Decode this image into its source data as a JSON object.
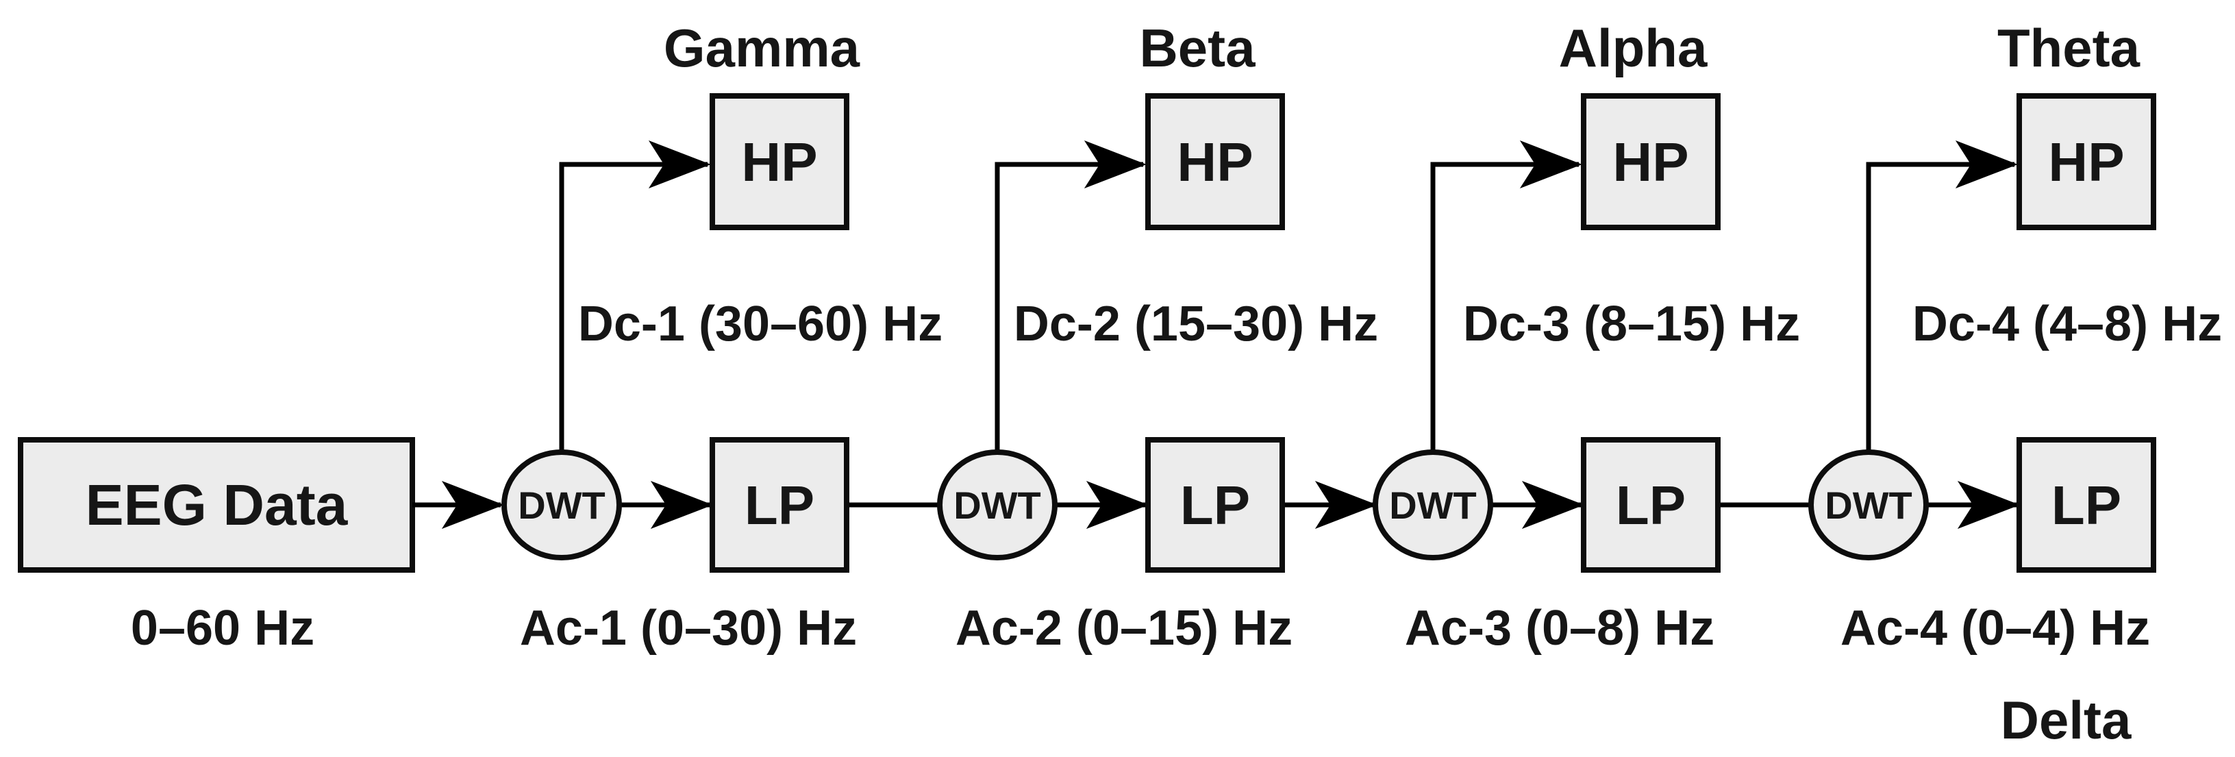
{
  "diagram": {
    "title_semantic": "EEG DWT decomposition flow",
    "colors": {
      "node_fill": "#ececec",
      "node_stroke": "#0d0d0d",
      "edge_color": "#000000",
      "text_color": "#161616",
      "background": "#ffffff"
    },
    "source": {
      "label": "EEG Data",
      "range_label": "0–60 Hz"
    },
    "stages": [
      {
        "dwt_label": "DWT",
        "hp_label": "HP",
        "lp_label": "LP",
        "band_label": "Gamma",
        "detail_label": "Dc-1 (30–60) Hz",
        "approx_label": "Ac-1 (0–30) Hz"
      },
      {
        "dwt_label": "DWT",
        "hp_label": "HP",
        "lp_label": "LP",
        "band_label": "Beta",
        "detail_label": "Dc-2 (15–30) Hz",
        "approx_label": "Ac-2 (0–15) Hz"
      },
      {
        "dwt_label": "DWT",
        "hp_label": "HP",
        "lp_label": "LP",
        "band_label": "Alpha",
        "detail_label": "Dc-3 (8–15) Hz",
        "approx_label": "Ac-3 (0–8) Hz"
      },
      {
        "dwt_label": "DWT",
        "hp_label": "HP",
        "lp_label": "LP",
        "band_label": "Theta",
        "detail_label": "Dc-4 (4–8) Hz",
        "approx_label": "Ac-4 (0–4) Hz",
        "final_band_label": "Delta"
      }
    ]
  }
}
